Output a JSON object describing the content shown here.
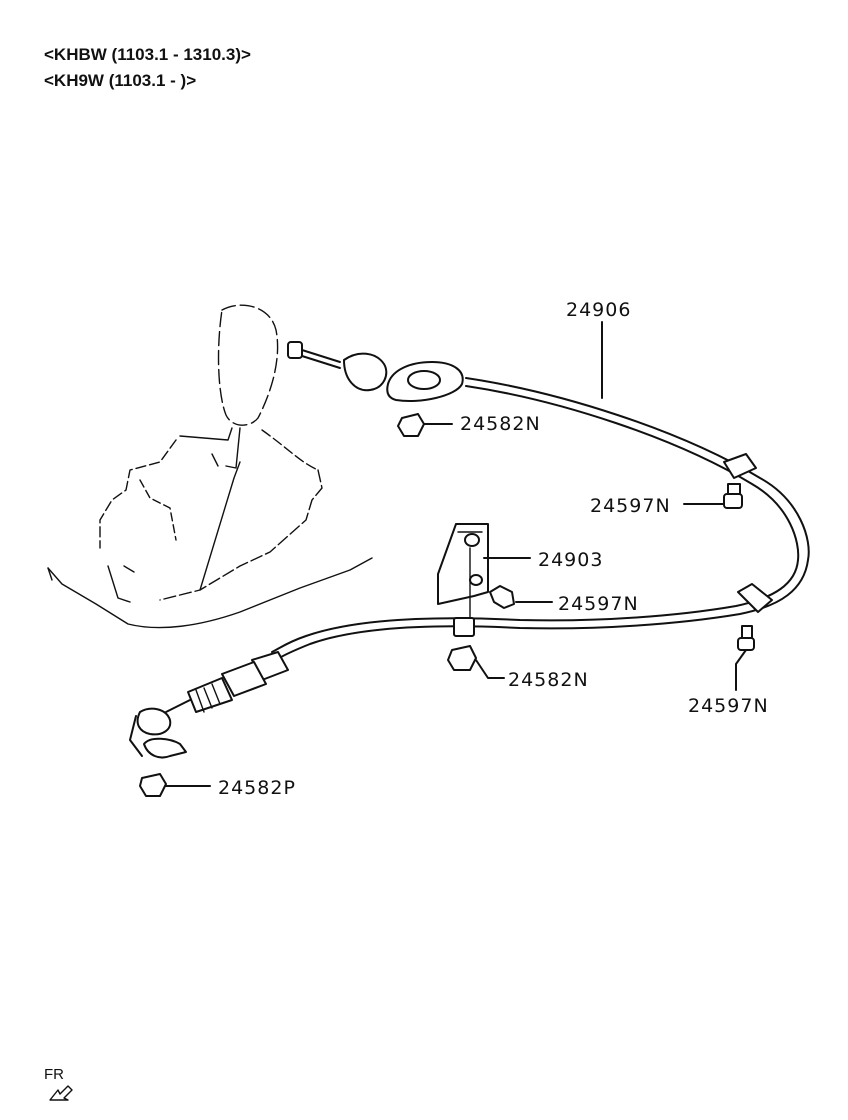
{
  "header": {
    "line1": "<KHBW (1103.1 - 1310.3)>",
    "line2": "<KH9W (1103.1 - )>"
  },
  "callouts": {
    "cable": "24906",
    "clip_top": "24582N",
    "clip_right_upper": "24597N",
    "bracket": "24903",
    "clip_bracket": "24597N",
    "clip_bottom_mid": "24582N",
    "clip_right_lower": "24597N",
    "clip_end": "24582P"
  },
  "orientation": {
    "label": "FR"
  }
}
